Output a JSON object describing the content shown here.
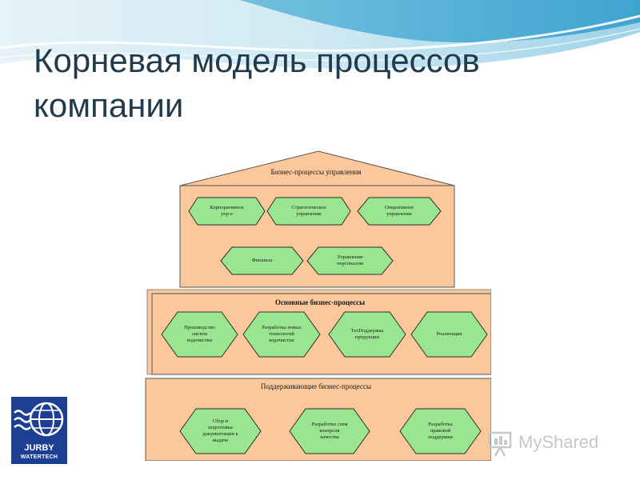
{
  "title": "Корневая модель процессов компании",
  "colors": {
    "tier_fill": "#fbc79b",
    "tier_stroke": "#555555",
    "hex_fill": "#99e590",
    "hex_stroke": "#2e2e2e",
    "title_color": "#1f3b4d",
    "logo_blue": "#1d3f93"
  },
  "diagram": {
    "management": {
      "title": "Бизнес-процессы управления",
      "processes": [
        {
          "label": "Корпоративное\nупр-е"
        },
        {
          "label": "Стратегическое\nуправление"
        },
        {
          "label": "Оперативное\nуправление"
        },
        {
          "label": "Финансы"
        },
        {
          "label": "Управление\nперсоналом"
        }
      ]
    },
    "core": {
      "title": "Основные бизнес-процессы",
      "processes": [
        {
          "label": "Производство\nсистем\nводочистки"
        },
        {
          "label": "Разработка новых\nтехнологий\nводочистки"
        },
        {
          "label": "ТехПоддержка\nпродукции"
        },
        {
          "label": "Реализация"
        }
      ]
    },
    "support": {
      "title": "Поддерживающие бизнес-процессы",
      "processes": [
        {
          "label": "Сбор и\nподготовка\nдокументации к\nвыдаче"
        },
        {
          "label": "Разработка схем\nконтроля\nкачества"
        },
        {
          "label": "Разработка\nправовой\nподдержки"
        }
      ]
    }
  },
  "logo": {
    "name": "JURBY",
    "subtitle": "WATERTECH",
    "icon": "globe-waves-icon"
  },
  "watermark": {
    "text": "MyShared",
    "icon": "presentation-board-icon"
  }
}
